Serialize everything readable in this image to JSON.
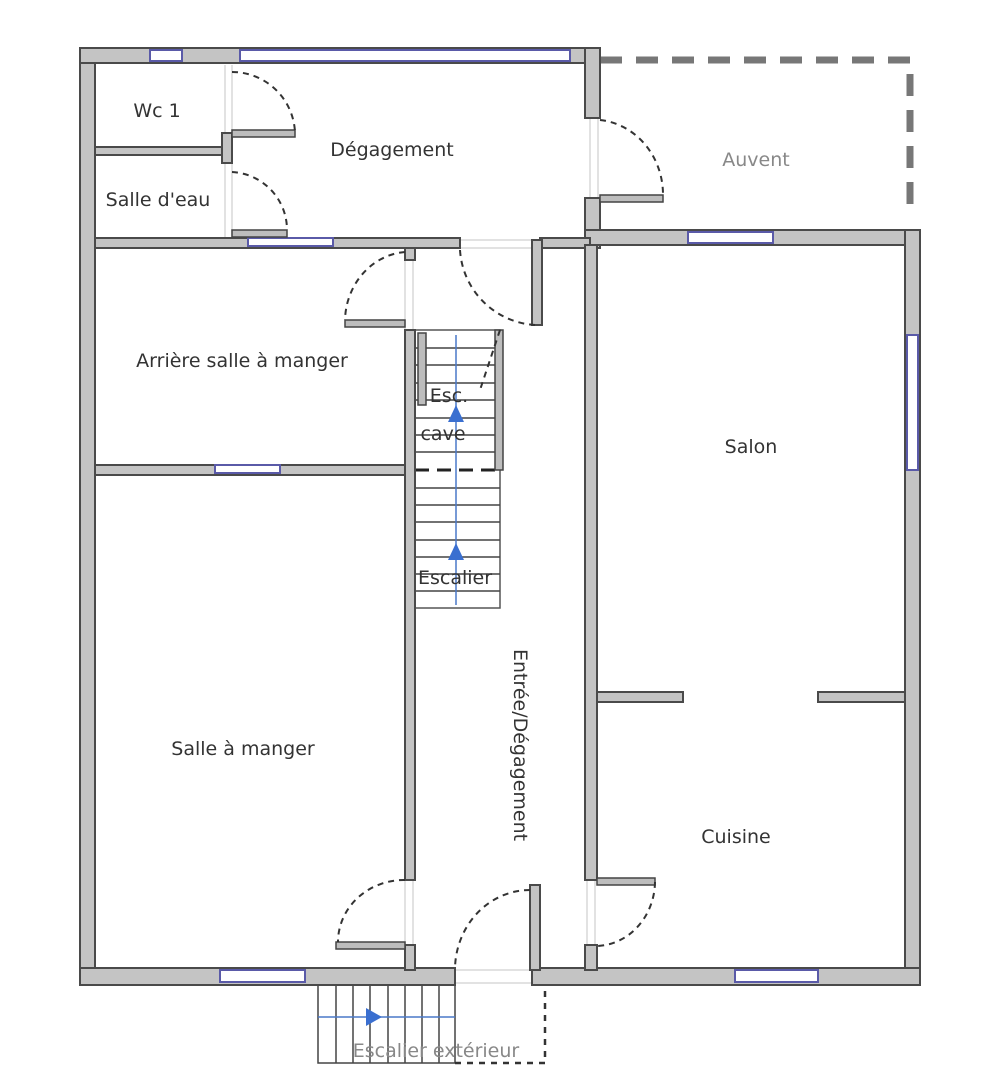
{
  "rooms": {
    "wc": "Wc 1",
    "salle_eau": "Salle d'eau",
    "degagement": "Dégagement",
    "auvent": "Auvent",
    "arriere_salle": "Arrière salle à manger",
    "esc_cave_1": "Esc.",
    "esc_cave_2": "cave",
    "salon": "Salon",
    "escalier": "Escalier",
    "salle_manger": "Salle à manger",
    "entree": "Entrée/Dégagement",
    "cuisine": "Cuisine",
    "escalier_ext": "Escalier extérieur"
  },
  "colors": {
    "wall": "#c4c4c4",
    "window": "#5a5aa8",
    "stair_arrow": "#3a6fd0"
  }
}
